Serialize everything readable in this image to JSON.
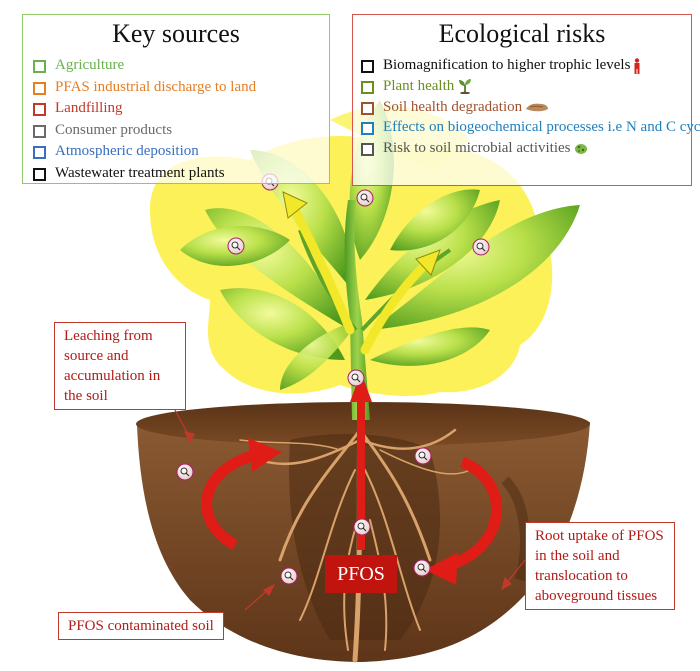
{
  "key_sources": {
    "title": "Key sources",
    "items": [
      {
        "label": "Agriculture",
        "color": "#6ab04c"
      },
      {
        "label": "PFAS industrial discharge to land",
        "color": "#e67e22"
      },
      {
        "label": "Landfilling",
        "color": "#c0392b"
      },
      {
        "label": "Consumer products",
        "color": "#6b6b6b"
      },
      {
        "label": "Atmospheric deposition",
        "color": "#3a6fbf"
      },
      {
        "label": "Wastewater treatment plants",
        "color": "#111111"
      }
    ]
  },
  "ecological_risks": {
    "title": "Ecological risks",
    "items": [
      {
        "label": "Biomagnification to higher trophic levels",
        "color": "#111111",
        "icon": "person-icon"
      },
      {
        "label": "Plant health",
        "color": "#6b8e23",
        "icon": "seedling-icon"
      },
      {
        "label": "Soil health degradation",
        "color": "#a0522d",
        "icon": "soil-icon"
      },
      {
        "label": "Effects on biogeochemical processes i.e N and C cycle",
        "color": "#1f7fbf",
        "icon": "cycle-icon"
      },
      {
        "label": "Risk to soil microbial activities",
        "color": "#555555",
        "icon": "microbe-icon"
      }
    ]
  },
  "callouts": {
    "leaching": "Leaching from source and accumulation in the soil",
    "root_uptake": "Root uptake of PFOS in the soil and translocation to aboveground tissues",
    "contaminated_soil": "PFOS contaminated soil"
  },
  "pfos_label": "PFOS"
}
